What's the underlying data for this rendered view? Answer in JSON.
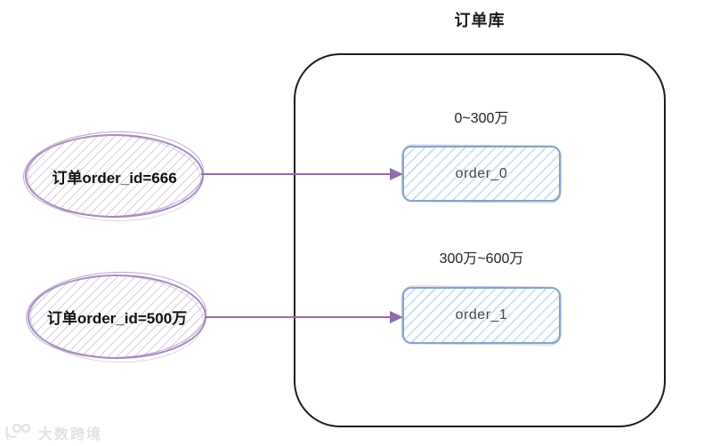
{
  "title": "订单库",
  "shards": [
    {
      "range": "0~300万",
      "table": "order_0"
    },
    {
      "range": "300万~600万",
      "table": "order_1"
    }
  ],
  "queries": [
    {
      "label": "订单order_id=666"
    },
    {
      "label": "订单order_id=500万"
    }
  ],
  "watermark": {
    "text": "大数跨境",
    "icon": "dashu-logo-icon"
  },
  "colors": {
    "container_border": "#1d1d1d",
    "ellipse_stroke": "#a588bf",
    "ellipse_hatch": "#d8d1dd",
    "box_stroke": "#88a3c8",
    "box_hatch": "#ccdaec",
    "arrow": "#8f6fa6",
    "watermark": "#e3e3e3",
    "text": "#1a1a1a"
  }
}
